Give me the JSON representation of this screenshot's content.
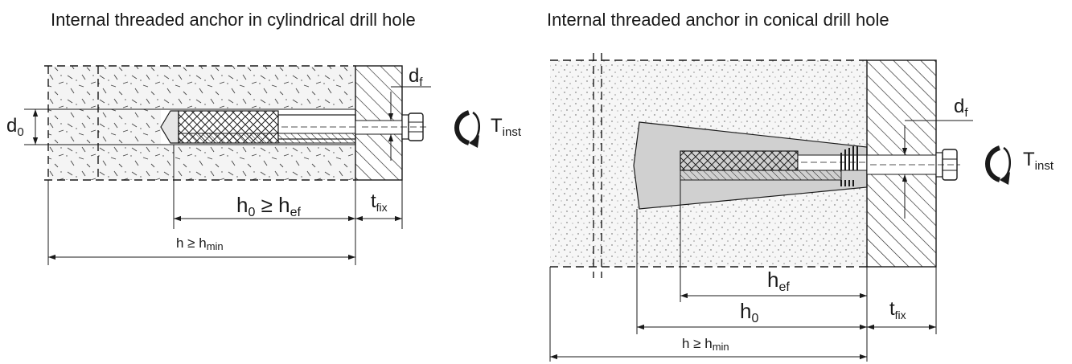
{
  "left": {
    "title": "Internal threaded anchor in cylindrical drill hole",
    "d0": {
      "main": "d",
      "sub": "0"
    },
    "df": {
      "main": "d",
      "sub": "f"
    },
    "tinst": {
      "main": "T",
      "sub": "inst"
    },
    "tfix": {
      "main": "t",
      "sub": "fix"
    },
    "h0hef": {
      "p1": "h",
      "s1": "0",
      "p2": " ≥ h",
      "s2": "ef"
    },
    "hmin": {
      "p1": "h ≥ h",
      "s1": "min"
    }
  },
  "right": {
    "title": "Internal threaded anchor in conical drill hole",
    "df": {
      "main": "d",
      "sub": "f"
    },
    "tinst": {
      "main": "T",
      "sub": "inst"
    },
    "hef": {
      "main": "h",
      "sub": "ef"
    },
    "h0": {
      "main": "h",
      "sub": "0"
    },
    "tfix": {
      "main": "t",
      "sub": "fix"
    },
    "hmin": {
      "p1": "h ≥ h",
      "s1": "min"
    }
  }
}
